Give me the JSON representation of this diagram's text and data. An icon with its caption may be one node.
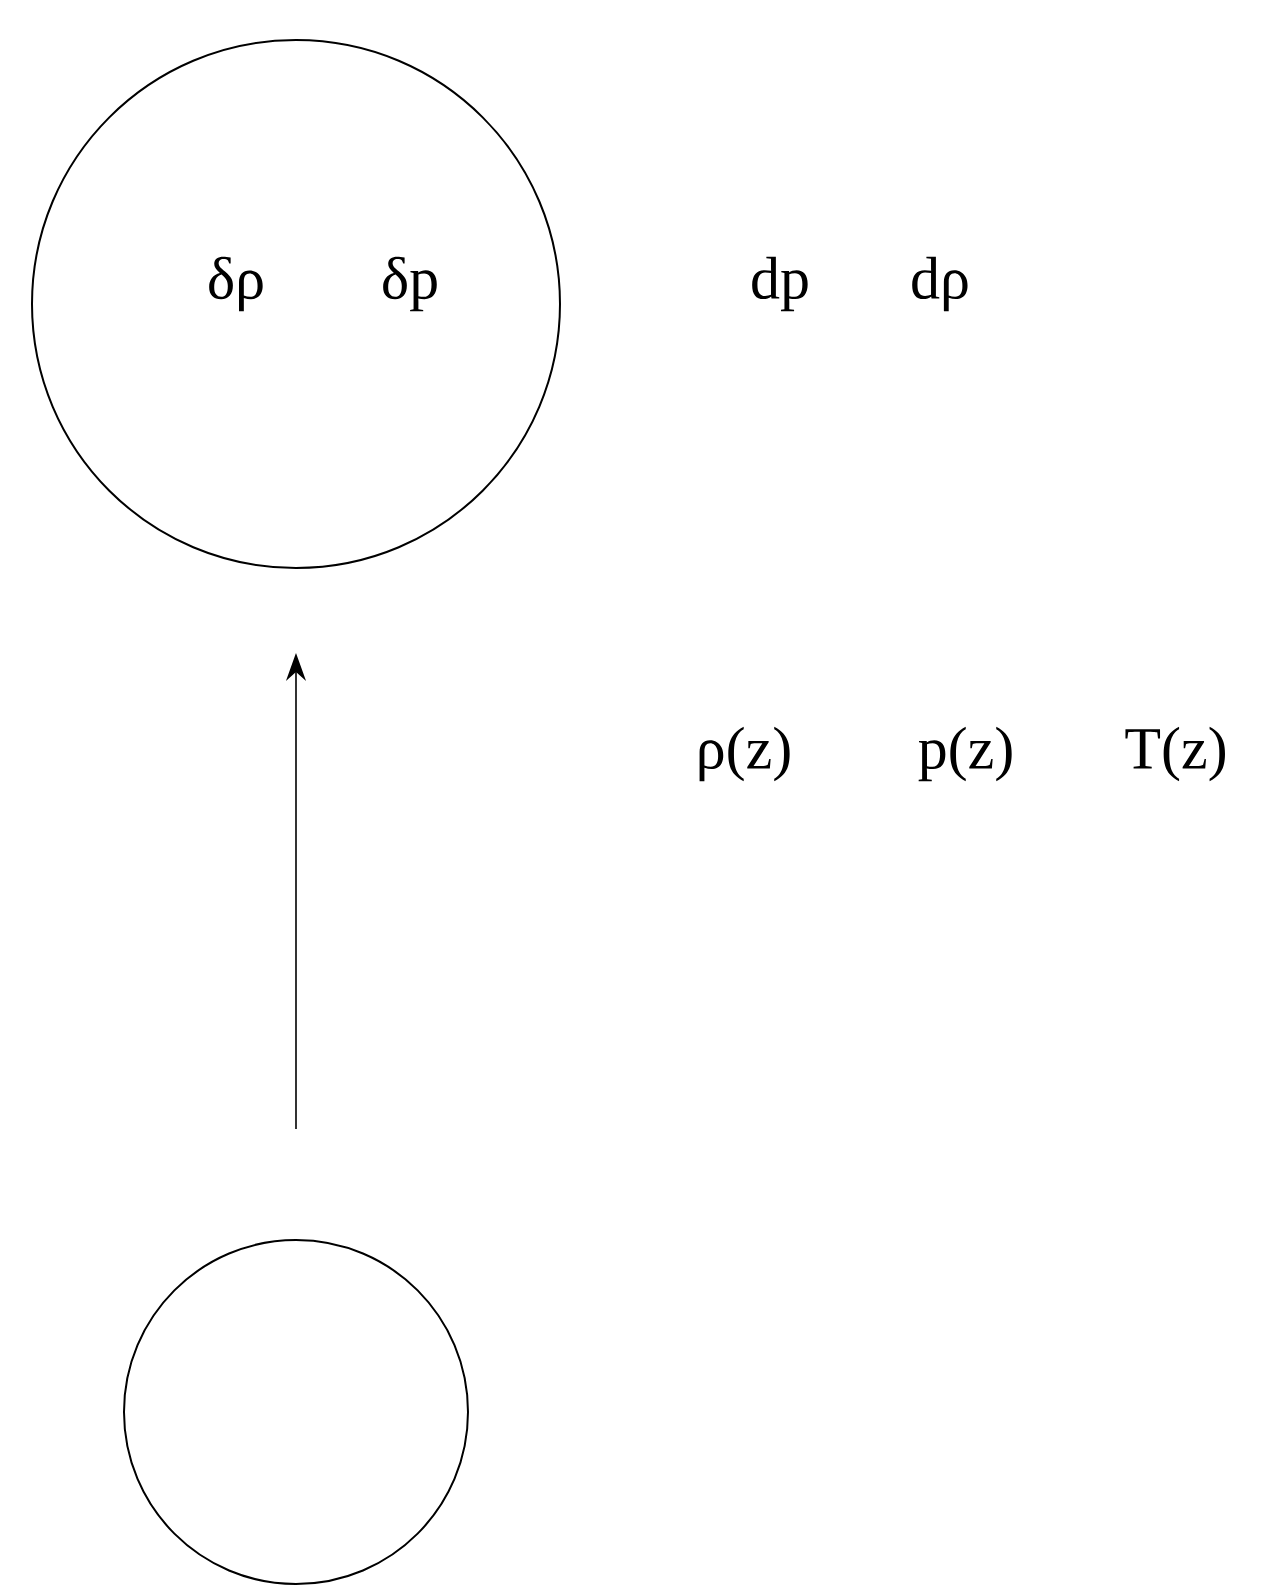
{
  "diagram": {
    "nodes": [
      {
        "text": [
          "δρ",
          "δp"
        ]
      },
      {
        "text": [],
        "shape": "circle"
      }
    ],
    "edges": [
      {
        "from": 1,
        "to": 0,
        "arrow": "to"
      }
    ],
    "labels": [
      "dp",
      "dρ",
      "ρ(z)",
      "p(z)",
      "T(z)"
    ]
  }
}
